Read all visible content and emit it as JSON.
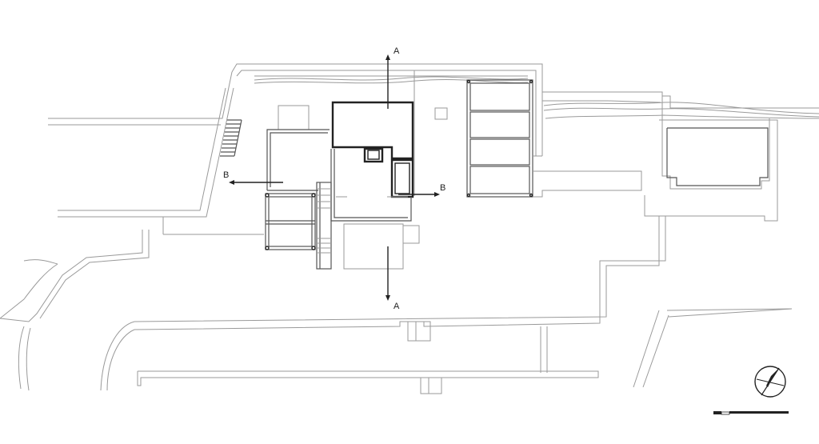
{
  "section_labels": {
    "a_top": "A",
    "a_bottom": "A",
    "b_left": "B",
    "b_right": "B"
  },
  "colors": {
    "line_light": "#9a9a9a",
    "line_mid": "#555555",
    "line_dark": "#222222",
    "background": "#ffffff"
  }
}
